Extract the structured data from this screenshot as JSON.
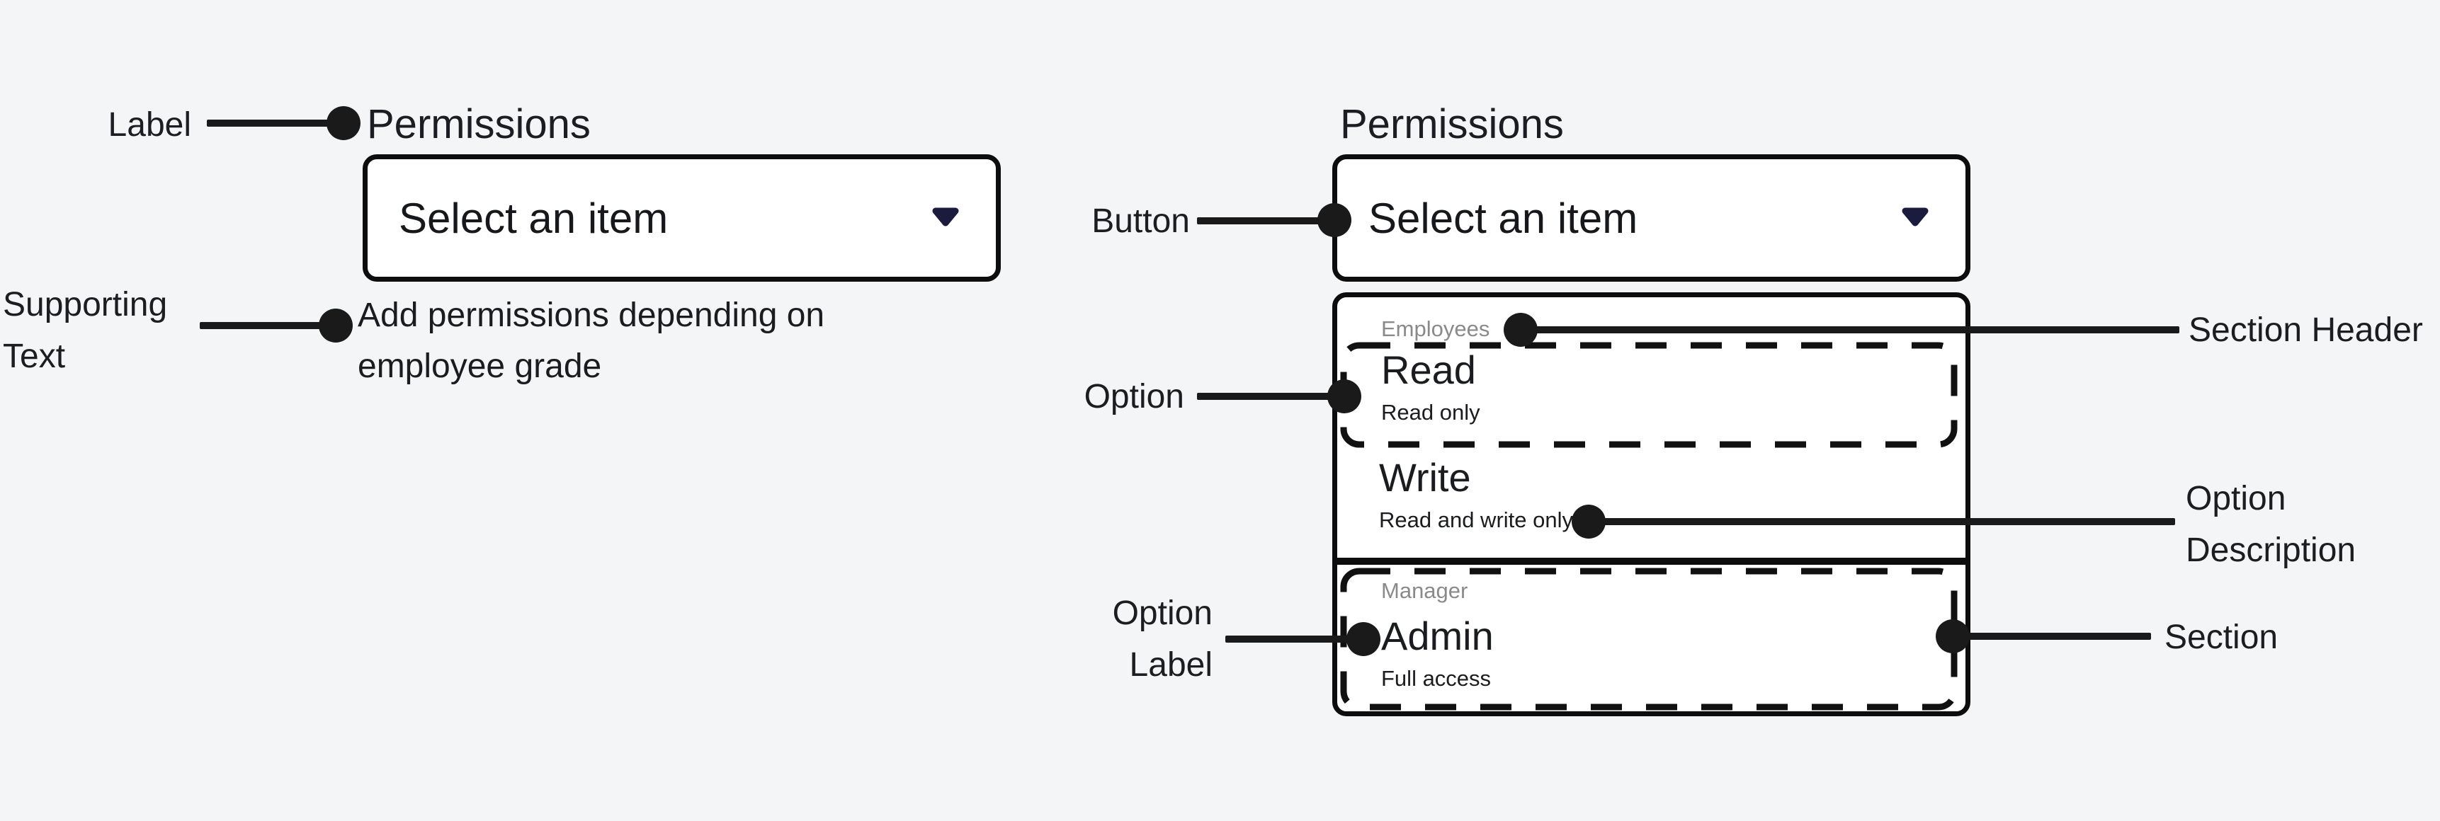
{
  "left_field": {
    "label": "Permissions",
    "button_text": "Select an item",
    "supporting_text": "Add permissions depending on employee grade"
  },
  "right_field": {
    "label": "Permissions",
    "button_text": "Select an item"
  },
  "menu": {
    "sections": [
      {
        "header": "Employees",
        "options": [
          {
            "label": "Read",
            "description": "Read only"
          },
          {
            "label": "Write",
            "description": "Read and write only"
          }
        ]
      },
      {
        "header": "Manager",
        "options": [
          {
            "label": "Admin",
            "description": "Full access"
          }
        ]
      }
    ]
  },
  "annotations": {
    "label": "Label",
    "supporting_text": "Supporting Text",
    "button": "Button",
    "option": "Option",
    "section_header": "Section Header",
    "option_description": "Option Description",
    "option_label": "Option Label",
    "section": "Section"
  },
  "icons": {
    "dropdown_chevron": "chevron-down-icon"
  },
  "colors": {
    "background": "#f4f5f7",
    "surface": "#ffffff",
    "border": "#0d0d0d",
    "text": "#17181c",
    "muted_text": "#8a8a8a",
    "chevron": "#1a1b3d",
    "annotation": "#1a1a1a"
  }
}
